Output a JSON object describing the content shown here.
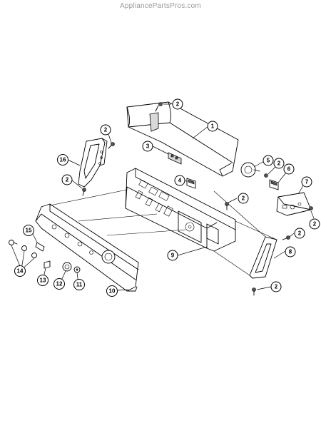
{
  "watermark": "AppliancePartsPros.com",
  "callouts": [
    {
      "id": "c-2a",
      "label": "2"
    },
    {
      "id": "c-1",
      "label": "1"
    },
    {
      "id": "c-2b",
      "label": "2"
    },
    {
      "id": "c-16",
      "label": "16"
    },
    {
      "id": "c-3",
      "label": "3"
    },
    {
      "id": "c-2c",
      "label": "2"
    },
    {
      "id": "c-4",
      "label": "4"
    },
    {
      "id": "c-5",
      "label": "5"
    },
    {
      "id": "c-2d",
      "label": "2"
    },
    {
      "id": "c-6",
      "label": "6"
    },
    {
      "id": "c-7",
      "label": "7"
    },
    {
      "id": "c-2e",
      "label": "2"
    },
    {
      "id": "c-2f",
      "label": "2"
    },
    {
      "id": "c-2g",
      "label": "2"
    },
    {
      "id": "c-9",
      "label": "9"
    },
    {
      "id": "c-8",
      "label": "8"
    },
    {
      "id": "c-15",
      "label": "15"
    },
    {
      "id": "c-14",
      "label": "14"
    },
    {
      "id": "c-13",
      "label": "13"
    },
    {
      "id": "c-12",
      "label": "12"
    },
    {
      "id": "c-11",
      "label": "11"
    },
    {
      "id": "c-10",
      "label": "10"
    },
    {
      "id": "c-2h",
      "label": "2"
    }
  ]
}
